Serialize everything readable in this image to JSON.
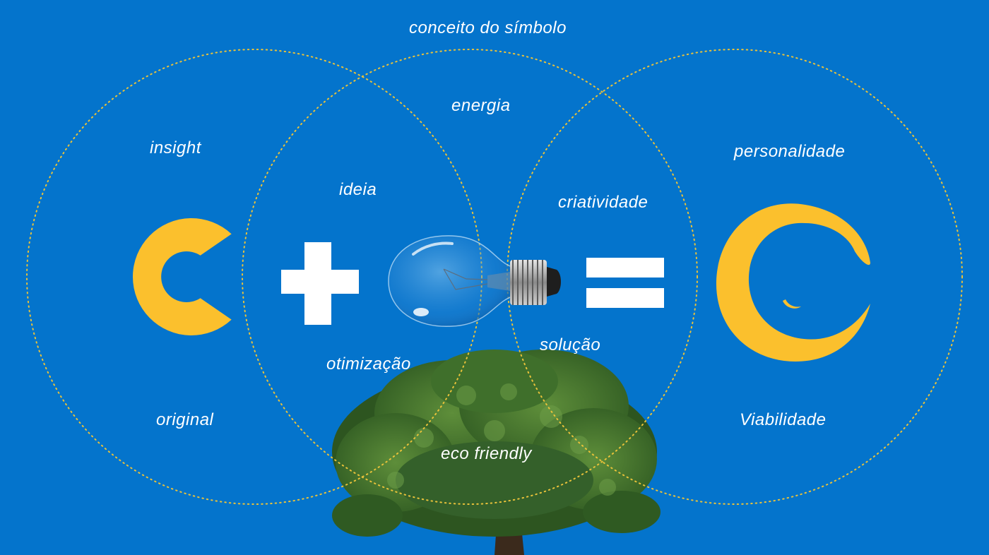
{
  "title": "conceito do símbolo",
  "circles": {
    "left": {
      "labels": [
        "insight",
        "original"
      ]
    },
    "middle": {
      "labels": [
        "energia",
        "ideia",
        "otimização",
        "eco friendly"
      ]
    },
    "right": {
      "labels": [
        "personalidade",
        "Viabilidade"
      ]
    },
    "overlap": {
      "labels": [
        "criatividade",
        "solução"
      ]
    }
  },
  "equation": {
    "operands": [
      "letter-c-icon",
      "plus-icon",
      "lightbulb-icon",
      "equals-icon",
      "logo-c-icon"
    ]
  },
  "illustration": {
    "tree": "tree-icon"
  },
  "colors": {
    "background": "#0474CC",
    "accent": "#FBC02D",
    "dots": "#E9C23A",
    "text": "#FFFFFF"
  }
}
